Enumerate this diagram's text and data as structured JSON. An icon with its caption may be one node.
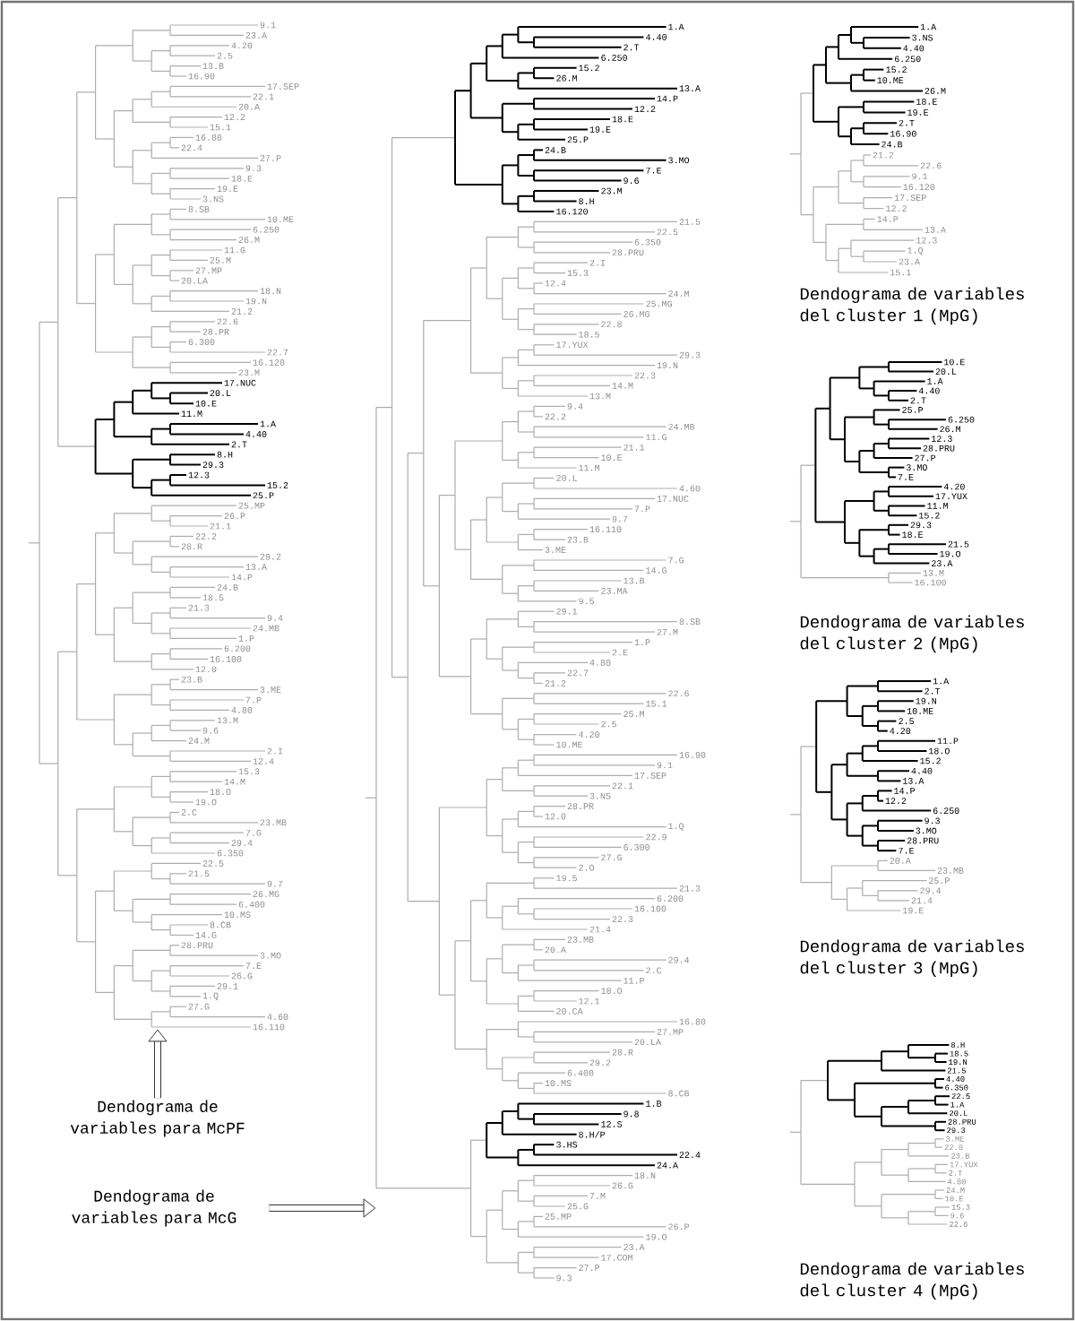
{
  "diagram": {
    "nodes": [
      {
        "text": [],
        "shape": "picture"
      },
      {
        "text": [
          "Dendograma de variables para McPF"
        ]
      },
      {
        "text": [
          "Dendograma de variables para McG"
        ]
      },
      {
        "text": [],
        "shape": "picture"
      }
    ],
    "edges": [
      {
        "from": 1,
        "to": 0,
        "arrow": "to"
      },
      {
        "from": 2,
        "to": 3,
        "arrow": "to"
      }
    ],
    "labels": [
      "9.1",
      "23.A",
      "4.20",
      "2.5",
      "13.B",
      "16.90",
      "17.SEP",
      "22.1",
      "20.A",
      "12.2",
      "15.1",
      "16.80",
      "22.4",
      "27.P",
      "9.3",
      "18.E",
      "19.E",
      "3.NS",
      "8.SB",
      "10.ME",
      "6.250",
      "26.M",
      "11.G",
      "25.M",
      "27.MP",
      "20.LA",
      "18.N",
      "19.N",
      "21.2",
      "22.6",
      "28.PR",
      "6.300",
      "22.7",
      "16.120",
      "23.M",
      "17.NUC",
      "20.L",
      "10.E",
      "11.M",
      "1.A",
      "4.40",
      "2.T",
      "8.H",
      "29.3",
      "12.3",
      "15.2",
      "25.P",
      "25.MP",
      "26.P",
      "21.1",
      "22.2",
      "28.R",
      "29.2",
      "13.A",
      "14.P",
      "24.B",
      "18.5",
      "21.3",
      "9.4",
      "24.MB",
      "1.P",
      "6.200",
      "16.100",
      "12.0",
      "23.B",
      "3.ME",
      "7.P",
      "4.80",
      "13.M",
      "9.6",
      "24.M",
      "2.I",
      "12.4",
      "15.3",
      "14.M",
      "18.O",
      "19.O",
      "2.C",
      "23.MB",
      "7.G",
      "29.4",
      "6.350",
      "22.5",
      "21.5",
      "9.7",
      "26.MG",
      "6.400",
      "10.MS",
      "8.CB",
      "14.G",
      "28.PRU",
      "3.MO",
      "7.E",
      "26.G",
      "29.1",
      "1.Q",
      "27.G",
      "4.60",
      "16.110",
      "1.A",
      "4.40",
      "2.T",
      "6.250",
      "15.2",
      "26.M",
      "13.A",
      "14.P",
      "12.2",
      "18.E",
      "19.E",
      "25.P",
      "24.B",
      "3.MO",
      "7.E",
      "9.6",
      "23.M",
      "8.H",
      "16.120",
      "21.5",
      "22.5",
      "6.350",
      "28.PRU",
      "2.I",
      "15.3",
      "12.4",
      "24.M",
      "25.MG",
      "26.MG",
      "22.8",
      "18.5",
      "17.YUX",
      "29.3",
      "19.N",
      "22.3",
      "14.M",
      "13.M",
      "9.4",
      "22.2",
      "24.MB",
      "11.G",
      "21.1",
      "10.E",
      "11.M",
      "20.L",
      "4.60",
      "17.NUC",
      "7.P",
      "9.7",
      "16.110",
      "23.B",
      "3.ME",
      "7.G",
      "14.G",
      "13.B",
      "23.MA",
      "9.5",
      "29.1",
      "8.SB",
      "27.M",
      "1.P",
      "2.E",
      "4.80",
      "22.7",
      "21.2",
      "22.6",
      "15.1",
      "25.M",
      "2.5",
      "4.20",
      "10.ME",
      "16.90",
      "9.1",
      "17.SEP",
      "22.1",
      "3.NS",
      "28.PR",
      "12.0",
      "1.Q",
      "22.9",
      "6.300",
      "27.G",
      "2.O",
      "19.5",
      "21.3",
      "6.200",
      "16.100",
      "22.3",
      "21.4",
      "23.MB",
      "20.A",
      "29.4",
      "2.C",
      "11.P",
      "18.O",
      "12.1",
      "20.CA",
      "16.80",
      "27.MP",
      "20.LA",
      "28.R",
      "29.2",
      "6.400",
      "10.MS",
      "8.CB",
      "1.B",
      "9.8",
      "12.S",
      "8.H/P",
      "3.HS",
      "22.4",
      "24.A",
      "18.N",
      "26.G",
      "7.M",
      "25.G",
      "25.MP",
      "26.P",
      "19.O",
      "23.A",
      "17.COM",
      "27.P",
      "9.3",
      "1.A",
      "3.NS",
      "4.40",
      "6.250",
      "15.2",
      "10.ME",
      "26.M",
      "18.E",
      "19.E",
      "2.T",
      "16.90",
      "24.B",
      "21.2",
      "22.6",
      "9.1",
      "16.120",
      "17.SEP",
      "12.2",
      "14.P",
      "13.A",
      "12.3",
      "1.Q",
      "23.A",
      "15.1",
      "Dendograma de variables del cluster 1 (MpG)",
      "10.E",
      "20.L",
      "1.A",
      "4.40",
      "2.T",
      "25.P",
      "6.250",
      "26.M",
      "12.3",
      "28.PRU",
      "27.P",
      "3.MO",
      "7.E",
      "4.20",
      "17.YUX",
      "11.M",
      "15.2",
      "29.3",
      "18.E",
      "21.5",
      "19.O",
      "23.A",
      "13.M",
      "16.100",
      "Dendograma de variables del cluster 2 (MpG)",
      "1.A",
      "2.T",
      "19.N",
      "10.ME",
      "2.5",
      "4.20",
      "11.P",
      "18.O",
      "15.2",
      "4.40",
      "13.A",
      "14.P",
      "12.2",
      "6.250",
      "9.3",
      "3.MO",
      "28.PRU",
      "7.E",
      "20.A",
      "23.MB",
      "25.P",
      "29.4",
      "21.4",
      "19.E",
      "Dendograma de variables del cluster 3 (MpG)",
      "8.H",
      "18.5",
      "19.N",
      "21.5",
      "4.40",
      "6.350",
      "22.5",
      "1.A",
      "20.L",
      "28.PRU",
      "29.3",
      "3.ME",
      "22.8",
      "23.B",
      "17.YUX",
      "2.T",
      "4.80",
      "24.M",
      "10.E",
      "15.3",
      "9.6",
      "22.6",
      "Dendograma de variables del cluster 4 (MpG)"
    ]
  }
}
